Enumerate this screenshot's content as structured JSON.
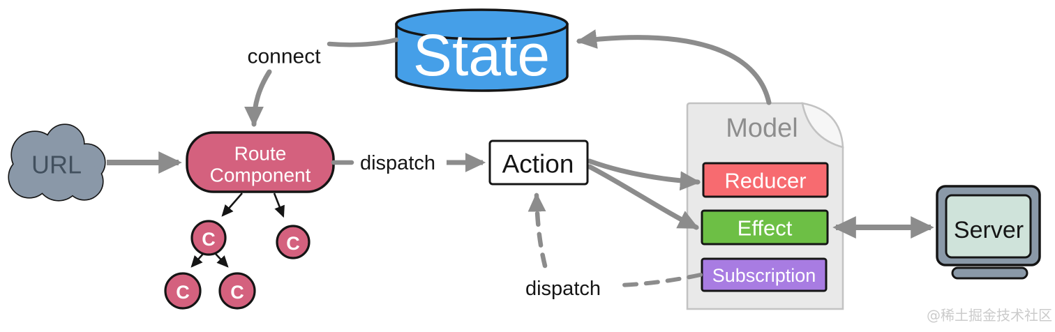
{
  "diagram": {
    "nodes": {
      "state": "State",
      "url": "URL",
      "route_component_line1": "Route",
      "route_component_line2": "Component",
      "action": "Action",
      "model": "Model",
      "reducer": "Reducer",
      "effect": "Effect",
      "subscription": "Subscription",
      "server": "Server",
      "component_c1": "C",
      "component_c2": "C",
      "component_c3": "C",
      "component_c4": "C"
    },
    "labels": {
      "connect": "connect",
      "dispatch_route_to_action": "dispatch",
      "dispatch_subscription_to_action": "dispatch"
    },
    "watermark": "@稀土掘金技术社区",
    "colors": {
      "state_blue": "#459fe8",
      "component_pink": "#d4617e",
      "reducer_red": "#f76b70",
      "effect_green": "#6dbf45",
      "subscription_purple": "#a87ce2",
      "cloud_slate": "#8a98a8",
      "server_frame_slate": "#8a99a8",
      "server_screen_mint": "#cfe3da",
      "model_gray": "#e9e9e9",
      "model_fold_gray": "#f6f6f6",
      "arrow_gray": "#8c8c8c",
      "outline_black": "#151515",
      "url_text": "#42505e",
      "model_text": "#8d8d8d",
      "watermark_gray": "#cbcbcb"
    }
  }
}
